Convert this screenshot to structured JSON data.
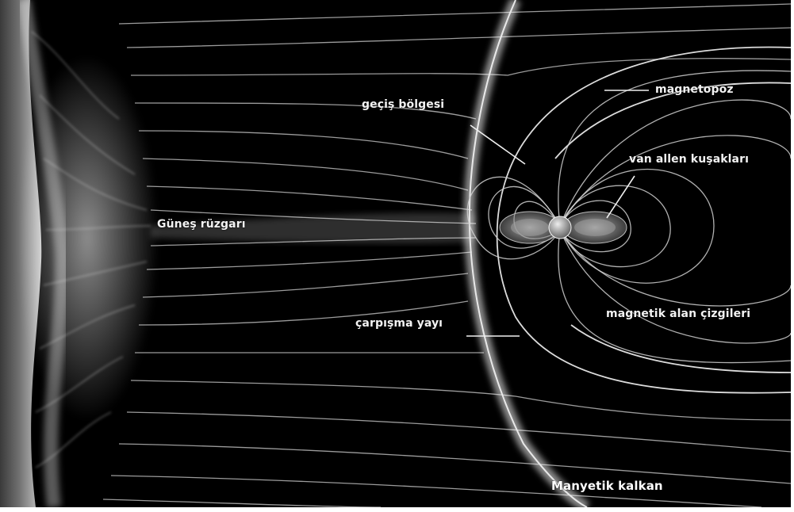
{
  "labels": {
    "title": "Manyetik kalkan",
    "solar_wind": "Güneş rüzgarı",
    "transition_region": "geçiş bölgesi",
    "magnetopause": "magnetopoz",
    "van_allen_belts": "van allen kuşakları",
    "bow_shock": "çarpışma yayı",
    "field_lines": "magnetik alan çizgileri"
  },
  "colors": {
    "background": "#000000",
    "line": "#d8d8d8",
    "text": "#f2f2f2"
  }
}
